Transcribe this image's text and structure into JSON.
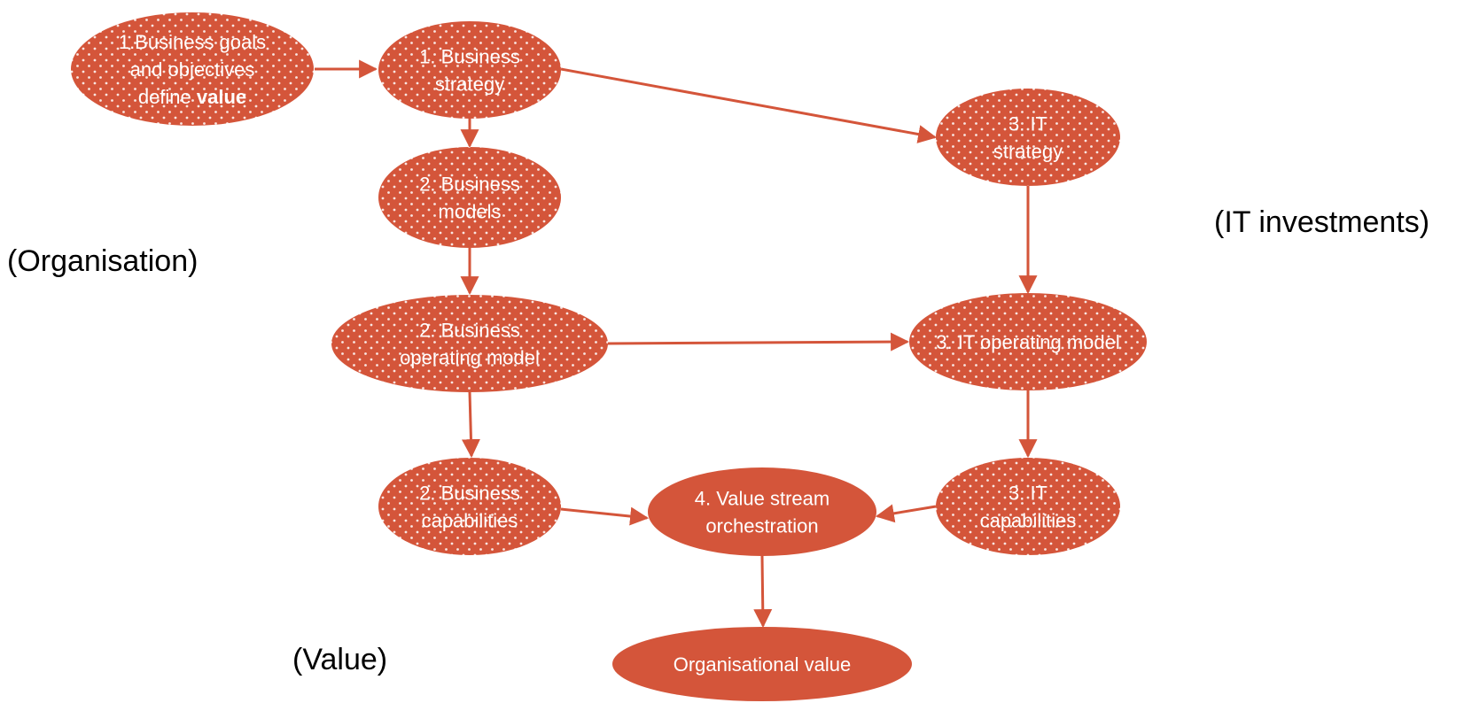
{
  "colors": {
    "node_fill": "#d4553a",
    "edge": "#d4553a",
    "node_text": "#ffffff",
    "side_label_text": "#000000"
  },
  "nodes": [
    {
      "id": "goals",
      "lines": [
        "1.Business goals",
        "and objectives",
        "define value"
      ],
      "bold_word": "value",
      "dotted": true
    },
    {
      "id": "bstrategy",
      "lines": [
        "1. Business",
        "strategy"
      ],
      "dotted": true
    },
    {
      "id": "bmodels",
      "lines": [
        "2. Business",
        "models"
      ],
      "dotted": true
    },
    {
      "id": "bopmodel",
      "lines": [
        "2. Business",
        "operating model"
      ],
      "dotted": true
    },
    {
      "id": "bcap",
      "lines": [
        "2. Business",
        "capabilities"
      ],
      "dotted": true
    },
    {
      "id": "itstrategy",
      "lines": [
        "3. IT",
        "strategy"
      ],
      "dotted": true
    },
    {
      "id": "itopmodel",
      "lines": [
        "3. IT operating model"
      ],
      "dotted": true
    },
    {
      "id": "itcap",
      "lines": [
        "3. IT",
        "capabilities"
      ],
      "dotted": true
    },
    {
      "id": "vso",
      "lines": [
        "4. Value stream",
        "orchestration"
      ],
      "dotted": false
    },
    {
      "id": "orgvalue",
      "lines": [
        "Organisational value"
      ],
      "dotted": false
    }
  ],
  "edges": [
    {
      "from": "goals",
      "to": "bstrategy"
    },
    {
      "from": "bstrategy",
      "to": "bmodels"
    },
    {
      "from": "bstrategy",
      "to": "itstrategy"
    },
    {
      "from": "bmodels",
      "to": "bopmodel"
    },
    {
      "from": "bopmodel",
      "to": "itopmodel"
    },
    {
      "from": "bopmodel",
      "to": "bcap"
    },
    {
      "from": "itstrategy",
      "to": "itopmodel"
    },
    {
      "from": "itopmodel",
      "to": "itcap"
    },
    {
      "from": "bcap",
      "to": "vso"
    },
    {
      "from": "itcap",
      "to": "vso"
    },
    {
      "from": "vso",
      "to": "orgvalue"
    }
  ],
  "side_labels": {
    "organisation": "(Organisation)",
    "it_investments": "(IT investments)",
    "value": "(Value)"
  }
}
